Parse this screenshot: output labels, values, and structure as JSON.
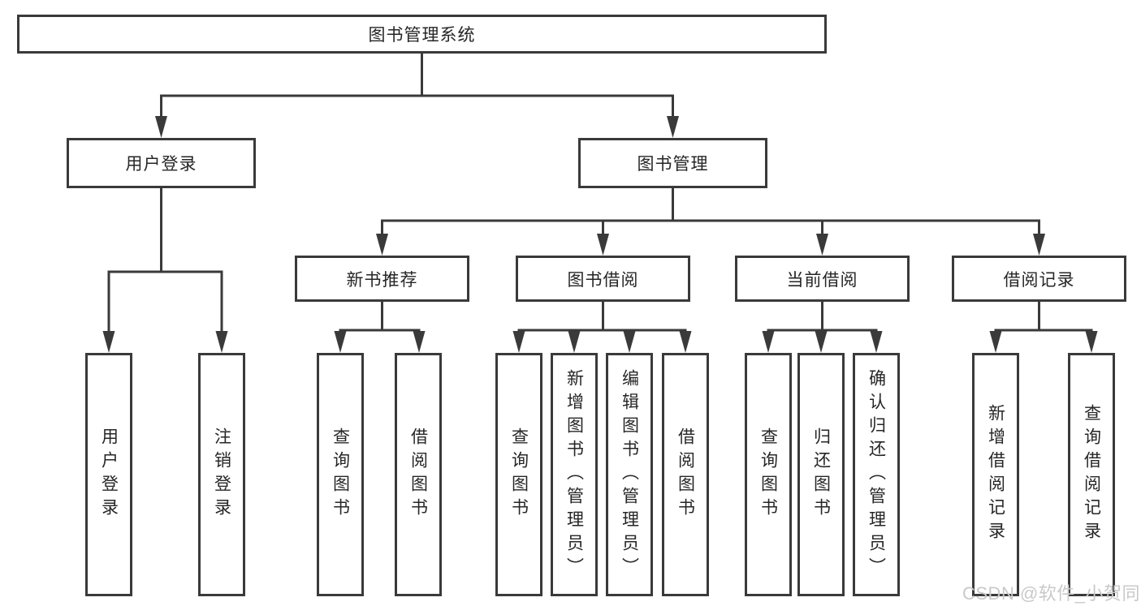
{
  "diagram": {
    "title": "图书管理系统",
    "root": {
      "label": "图书管理系统"
    },
    "level2": [
      {
        "label": "用户登录"
      },
      {
        "label": "图书管理"
      }
    ],
    "level3": [
      {
        "label": "新书推荐"
      },
      {
        "label": "图书借阅"
      },
      {
        "label": "当前借阅"
      },
      {
        "label": "借阅记录"
      }
    ],
    "leaves": {
      "login": [
        {
          "label": "用户登录"
        },
        {
          "label": "注销登录"
        }
      ],
      "recommend": [
        {
          "label": "查询图书"
        },
        {
          "label": "借阅图书"
        }
      ],
      "borrow": [
        {
          "label": "查询图书"
        },
        {
          "label": "新增图书（管理员）"
        },
        {
          "label": "编辑图书（管理员）"
        },
        {
          "label": "借阅图书"
        }
      ],
      "current": [
        {
          "label": "查询图书"
        },
        {
          "label": "归还图书"
        },
        {
          "label": "确认归还（管理员）"
        }
      ],
      "records": [
        {
          "label": "新增借阅记录"
        },
        {
          "label": "查询借阅记录"
        }
      ]
    },
    "colors": {
      "line": "#3a3a3a",
      "text": "#262626",
      "background": "#ffffff",
      "watermark_color": "#c9c9c9"
    },
    "watermark": "CSDN @软件_小贺同学"
  }
}
